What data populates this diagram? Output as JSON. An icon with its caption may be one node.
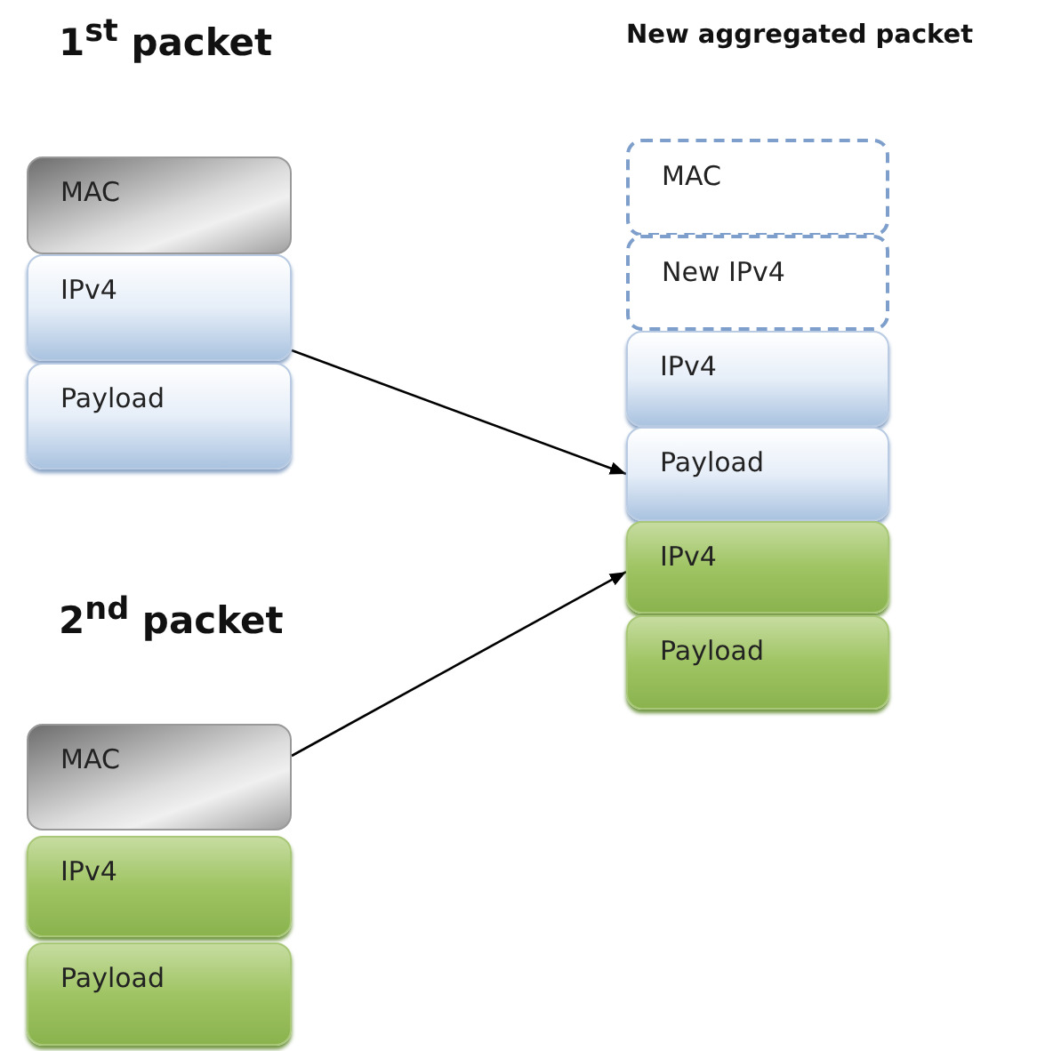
{
  "diagram": {
    "nodes": [
      {
        "text": [
          "MAC"
        ]
      },
      {
        "text": [
          "IPv4"
        ]
      },
      {
        "text": [
          "Payload"
        ]
      },
      {
        "text": [
          "MAC"
        ]
      },
      {
        "text": [
          "New IPv4"
        ]
      },
      {
        "text": [
          "IPv4"
        ]
      },
      {
        "text": [
          "Payload"
        ]
      },
      {
        "text": [
          "IPv4"
        ]
      },
      {
        "text": [
          "Payload"
        ]
      },
      {
        "text": [
          "MAC"
        ]
      },
      {
        "text": [
          "IPv4"
        ]
      },
      {
        "text": [
          "Payload"
        ]
      }
    ],
    "edges": [
      {
        "from": 1,
        "to": 6,
        "arrow": "to"
      },
      {
        "from": 9,
        "to": 7,
        "arrow": "to"
      }
    ],
    "labels": [
      "1$^{st}$ packet",
      "New aggregated packet",
      "2$^{nd}$ packet"
    ]
  }
}
